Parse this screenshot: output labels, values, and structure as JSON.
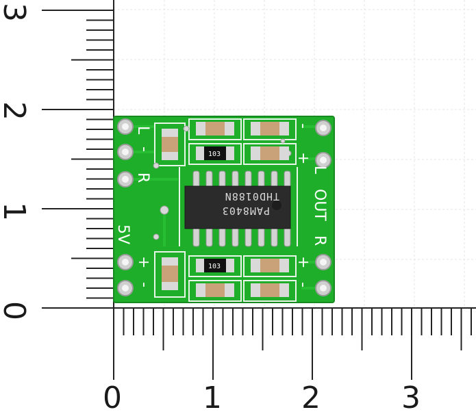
{
  "ruler": {
    "x_labels": [
      "0",
      "1",
      "2",
      "3"
    ],
    "y_labels": [
      "0",
      "1",
      "2",
      "3"
    ]
  },
  "board": {
    "chip_line1": "THD0188N",
    "chip_line2": "PAM8403",
    "resistor_code_top": "103",
    "resistor_code_bottom": "103",
    "label_l_left": "L",
    "label_r_left": "R",
    "label_5v": "5V",
    "label_plus_left": "+",
    "label_minus_left": "-",
    "label_l_right": "L",
    "label_out": "OUT",
    "label_r_right": "R",
    "label_plus_right_top": "+",
    "label_minus_right_top": "-",
    "label_plus_right_bottom": "+",
    "label_minus_right_bottom": "-"
  },
  "colors": {
    "pcb_green": "#1fae2a",
    "pcb_edge": "#178a22",
    "silkscreen": "#ffffff",
    "chip_body": "#2b2b2b",
    "pad_silver": "#d9d9d9",
    "capacitor": "#c9a27a",
    "grid": "#e3e3e3"
  }
}
